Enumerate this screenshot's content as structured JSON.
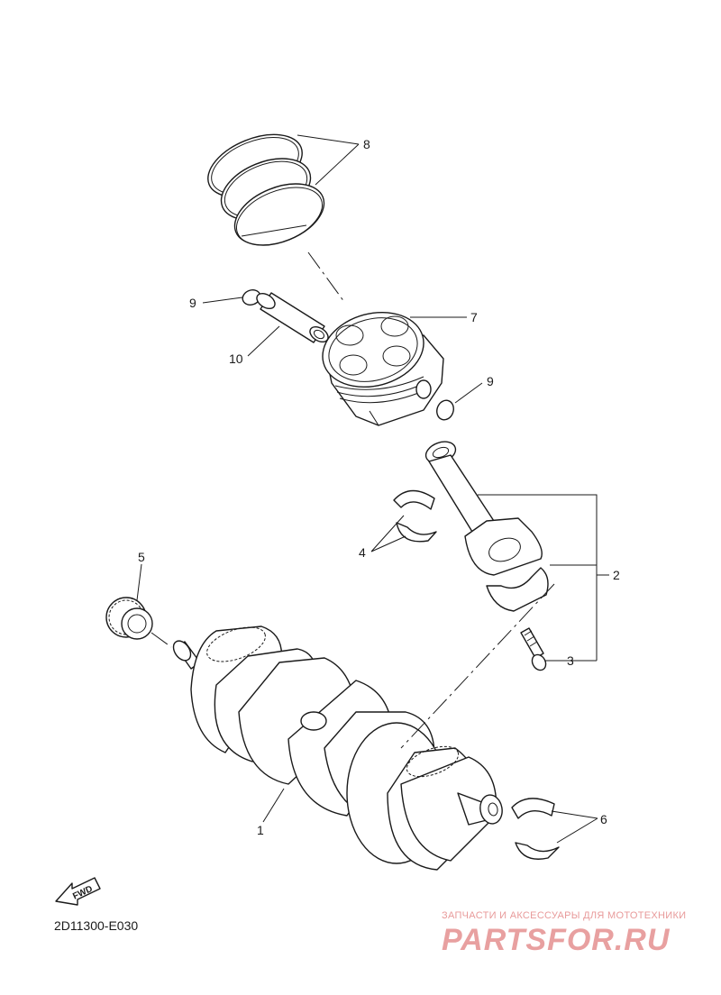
{
  "diagram": {
    "drawing_code": "2D11300-E030",
    "fwd_label": "FWD",
    "callouts": {
      "crankshaft": "1",
      "connecting_rod": "2",
      "rod_bolt": "3",
      "rod_bearing": "4",
      "gear": "5",
      "main_bearing": "6",
      "piston": "7",
      "piston_rings": "8",
      "circlip_left": "9",
      "circlip_right": "9",
      "piston_pin": "10"
    }
  },
  "watermark": {
    "tagline": "ЗАПЧАСТИ И АКСЕССУАРЫ ДЛЯ МОТОТЕХНИКИ",
    "logo": "PARTSFOR.RU"
  }
}
